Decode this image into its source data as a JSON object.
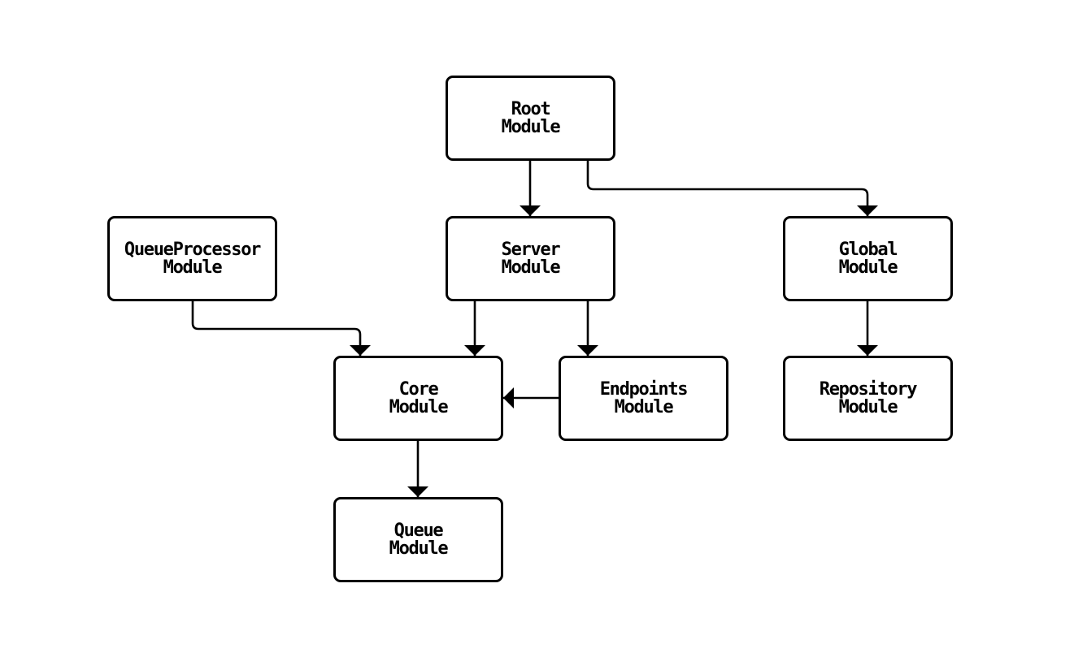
{
  "diagram": {
    "colors": {
      "background": "#ffffff",
      "node_fill": "#ffffff",
      "node_border": "#000000",
      "edge": "#000000",
      "text": "#000000"
    },
    "nodes": [
      {
        "id": "root",
        "lines": [
          "Root",
          "Module"
        ]
      },
      {
        "id": "queueprocessor",
        "lines": [
          "QueueProcessor",
          "Module"
        ]
      },
      {
        "id": "server",
        "lines": [
          "Server",
          "Module"
        ]
      },
      {
        "id": "global",
        "lines": [
          "Global",
          "Module"
        ]
      },
      {
        "id": "core",
        "lines": [
          "Core",
          "Module"
        ]
      },
      {
        "id": "endpoints",
        "lines": [
          "Endpoints",
          "Module"
        ]
      },
      {
        "id": "repository",
        "lines": [
          "Repository",
          "Module"
        ]
      },
      {
        "id": "queue",
        "lines": [
          "Queue",
          "Module"
        ]
      }
    ],
    "edges": [
      {
        "from": "root",
        "to": "server"
      },
      {
        "from": "root",
        "to": "global"
      },
      {
        "from": "queueprocessor",
        "to": "core"
      },
      {
        "from": "server",
        "to": "core"
      },
      {
        "from": "server",
        "to": "endpoints"
      },
      {
        "from": "endpoints",
        "to": "core"
      },
      {
        "from": "global",
        "to": "repository"
      },
      {
        "from": "core",
        "to": "queue"
      }
    ]
  }
}
